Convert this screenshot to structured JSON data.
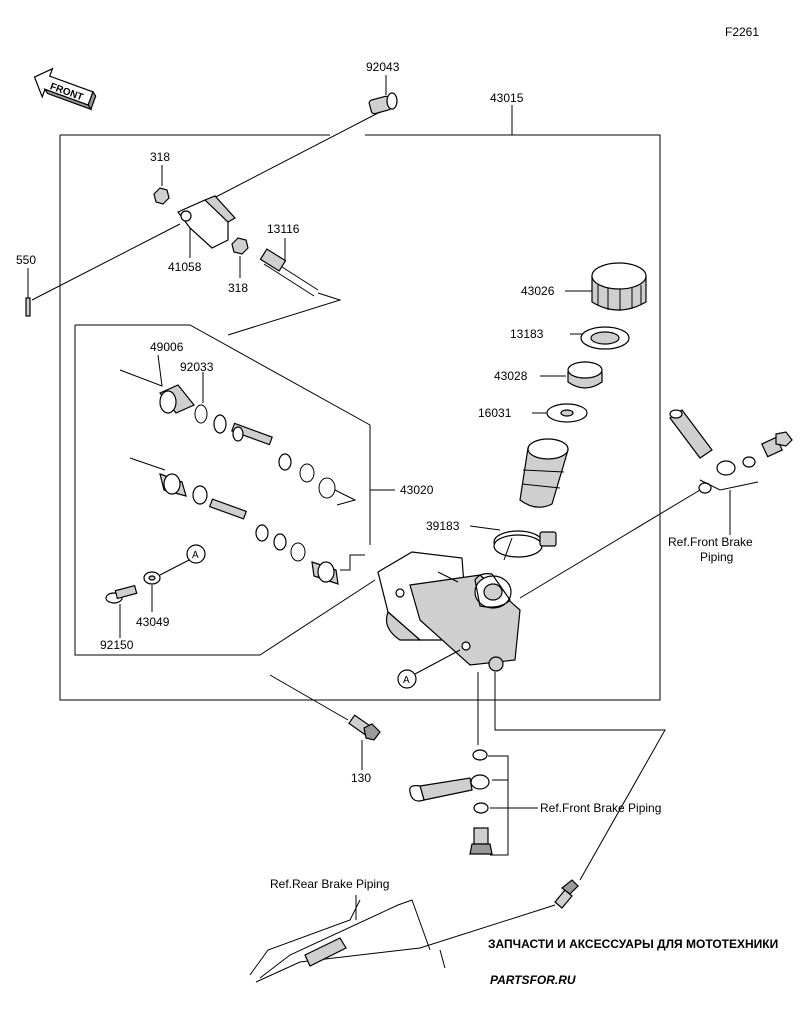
{
  "figure_id": "F2261",
  "front_label": "FRONT",
  "parts": {
    "p92043": "92043",
    "p43015": "43015",
    "p318a": "318",
    "p318b": "318",
    "p13116": "13116",
    "p41058": "41058",
    "p550": "550",
    "p43026": "43026",
    "p13183": "13183",
    "p43028": "43028",
    "p16031": "16031",
    "p39183": "39183",
    "p49006": "49006",
    "p92033": "92033",
    "p43020": "43020",
    "p43049": "43049",
    "p92150": "92150",
    "p130": "130",
    "callout_a1": "A",
    "callout_a2": "A"
  },
  "refs": {
    "front_brake_1_line1": "Ref.Front Brake",
    "front_brake_1_line2": "Piping",
    "front_brake_2": "Ref.Front Brake Piping",
    "rear_brake": "Ref.Rear Brake Piping"
  },
  "watermark": {
    "tagline": "ЗАПЧАСТИ И АКСЕССУАРЫ ДЛЯ МОТОТЕХНИКИ",
    "brand": "PARTSFOR.RU"
  }
}
